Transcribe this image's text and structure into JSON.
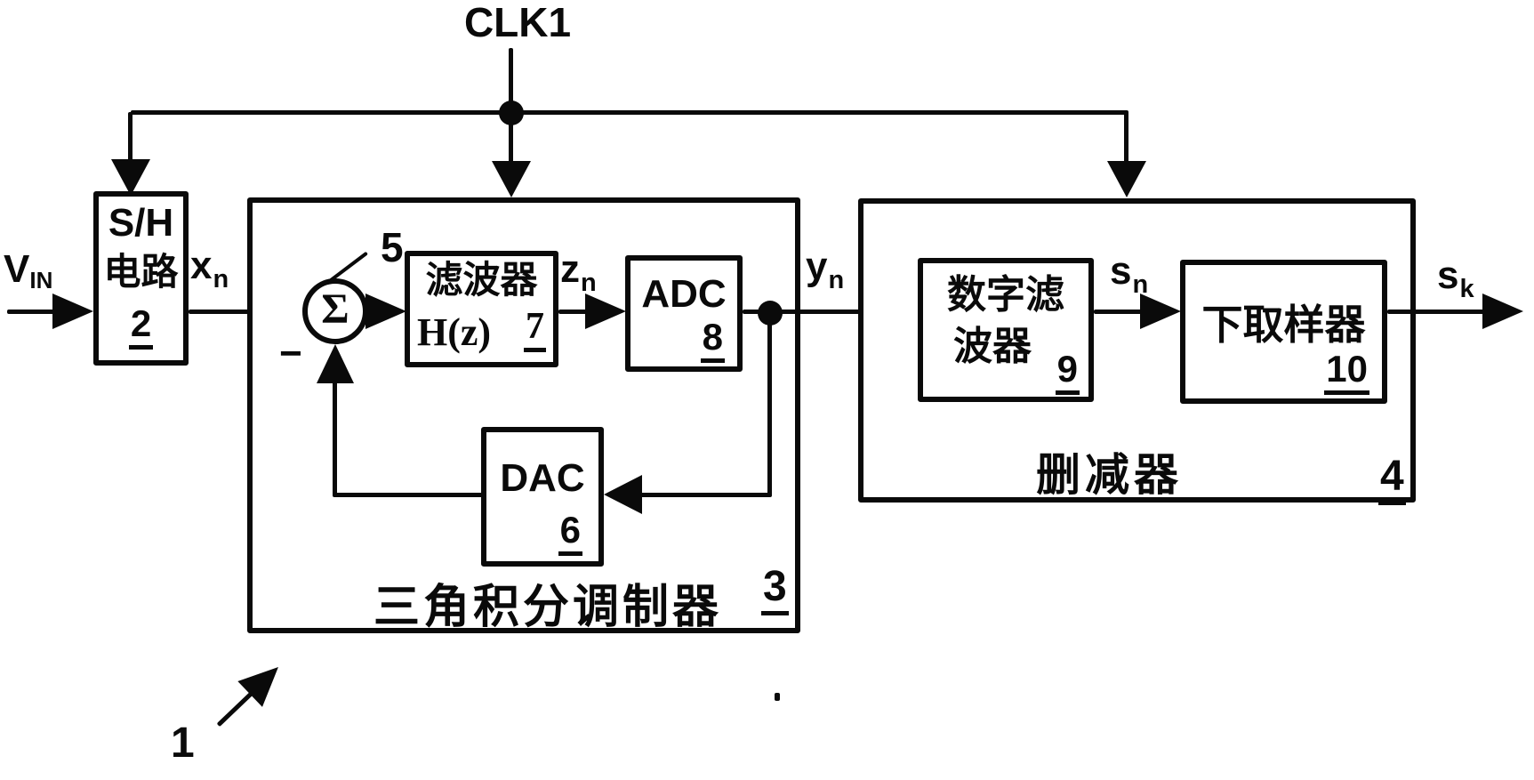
{
  "figure": {
    "clock_label": "CLK1",
    "figure_ref": "1",
    "colors": {
      "ink": "#0a0a0a",
      "background": "#ffffff"
    }
  },
  "signals": {
    "vin": {
      "base": "V",
      "sub": "IN"
    },
    "xn": {
      "base": "x",
      "sub": "n"
    },
    "zn": {
      "base": "z",
      "sub": "n"
    },
    "yn": {
      "base": "y",
      "sub": "n"
    },
    "sn": {
      "base": "s",
      "sub": "n"
    },
    "sk": {
      "base": "s",
      "sub": "k"
    }
  },
  "blocks": {
    "sample_hold": {
      "line1": "S/H",
      "line2": "电路",
      "ref": "2"
    },
    "summing_junction": {
      "symbol": "Σ",
      "ref": "5",
      "minus_sign": "−"
    },
    "loop_filter": {
      "line1": "滤波器",
      "formula": "H(z)",
      "ref": "7"
    },
    "adc": {
      "label": "ADC",
      "ref": "8"
    },
    "dac": {
      "label": "DAC",
      "ref": "6"
    },
    "sigma_delta_modulator": {
      "label": "三角积分调制器",
      "ref": "3"
    },
    "digital_filter": {
      "line1": "数字滤",
      "line2": "波器",
      "ref": "9"
    },
    "downsampler": {
      "label": "下取样器",
      "ref": "10"
    },
    "decimator": {
      "label": "删减器",
      "ref": "4"
    }
  }
}
